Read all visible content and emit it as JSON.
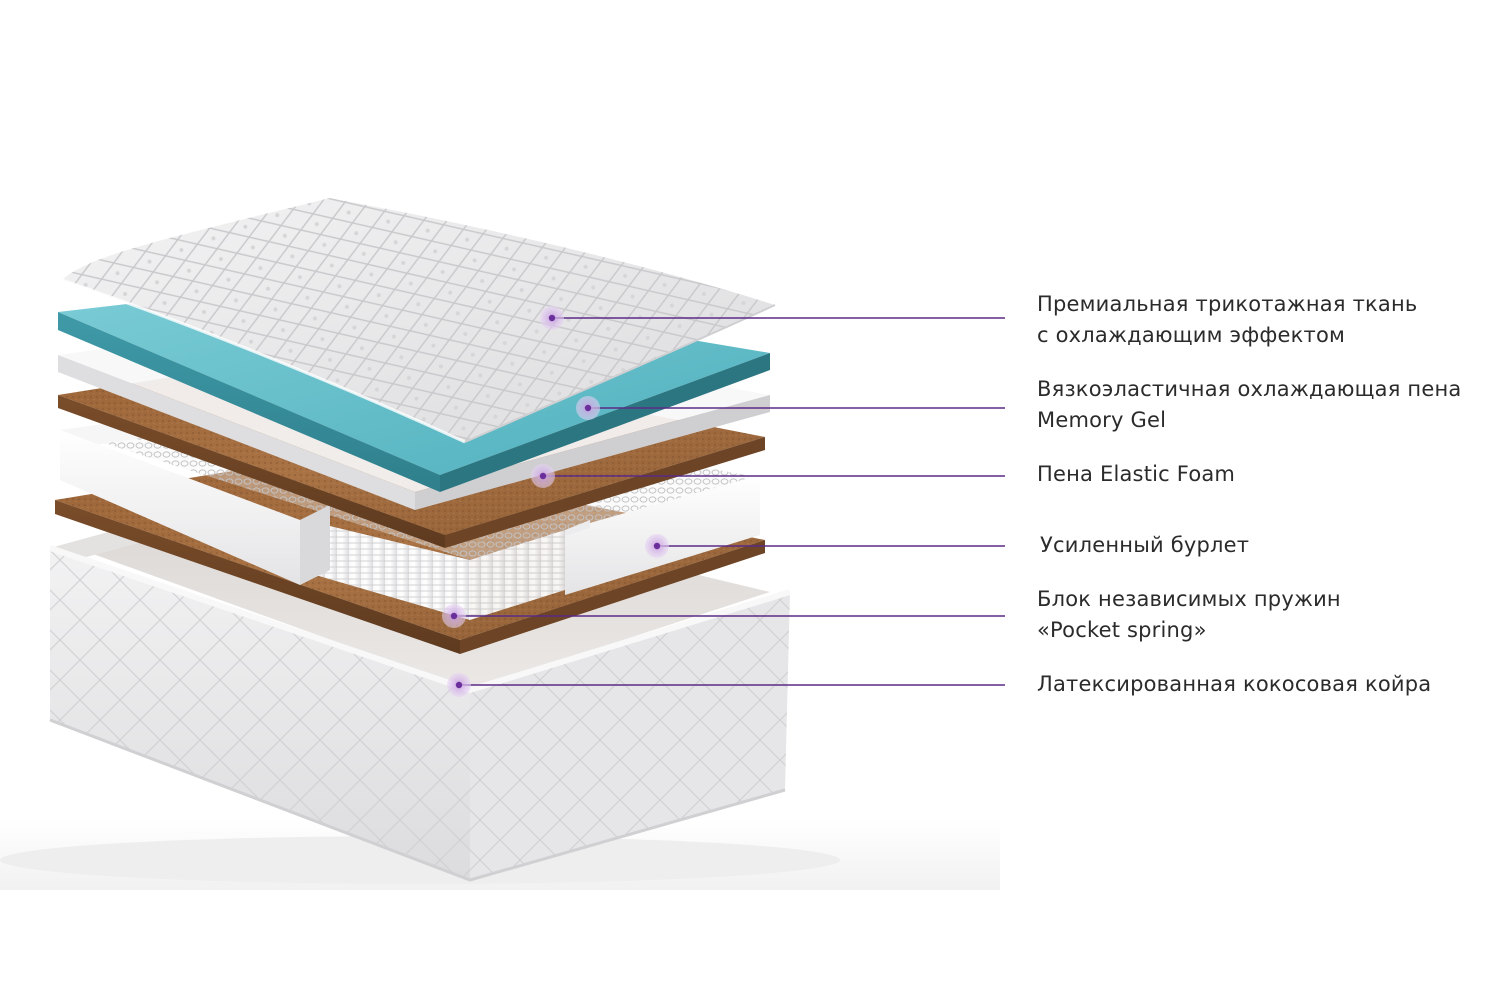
{
  "colors": {
    "line": "#5b2a86",
    "dot_halo": "#d8b8ec",
    "dot": "#6a2f9a",
    "cooling_foam": "#6fc4cf",
    "coir": "#a06a3e",
    "fabric": "#e9e9ea",
    "foam_white": "#f4f4f5"
  },
  "callouts": [
    {
      "id": "fabric",
      "lines": [
        "Премиальная трикотажная ткань",
        "с охлаждающим эффектом"
      ]
    },
    {
      "id": "memory-gel",
      "lines": [
        "Вязкоэластичная охлаждающая пена",
        "Memory Gel"
      ]
    },
    {
      "id": "elastic-foam",
      "lines": [
        "Пена Elastic Foam"
      ]
    },
    {
      "id": "burlet",
      "lines": [
        "Усиленный бурлет"
      ]
    },
    {
      "id": "springs",
      "lines": [
        "Блок независимых пружин",
        "«Pocket spring»"
      ]
    },
    {
      "id": "coir",
      "lines": [
        "Латексированная кокосовая койра"
      ]
    }
  ]
}
